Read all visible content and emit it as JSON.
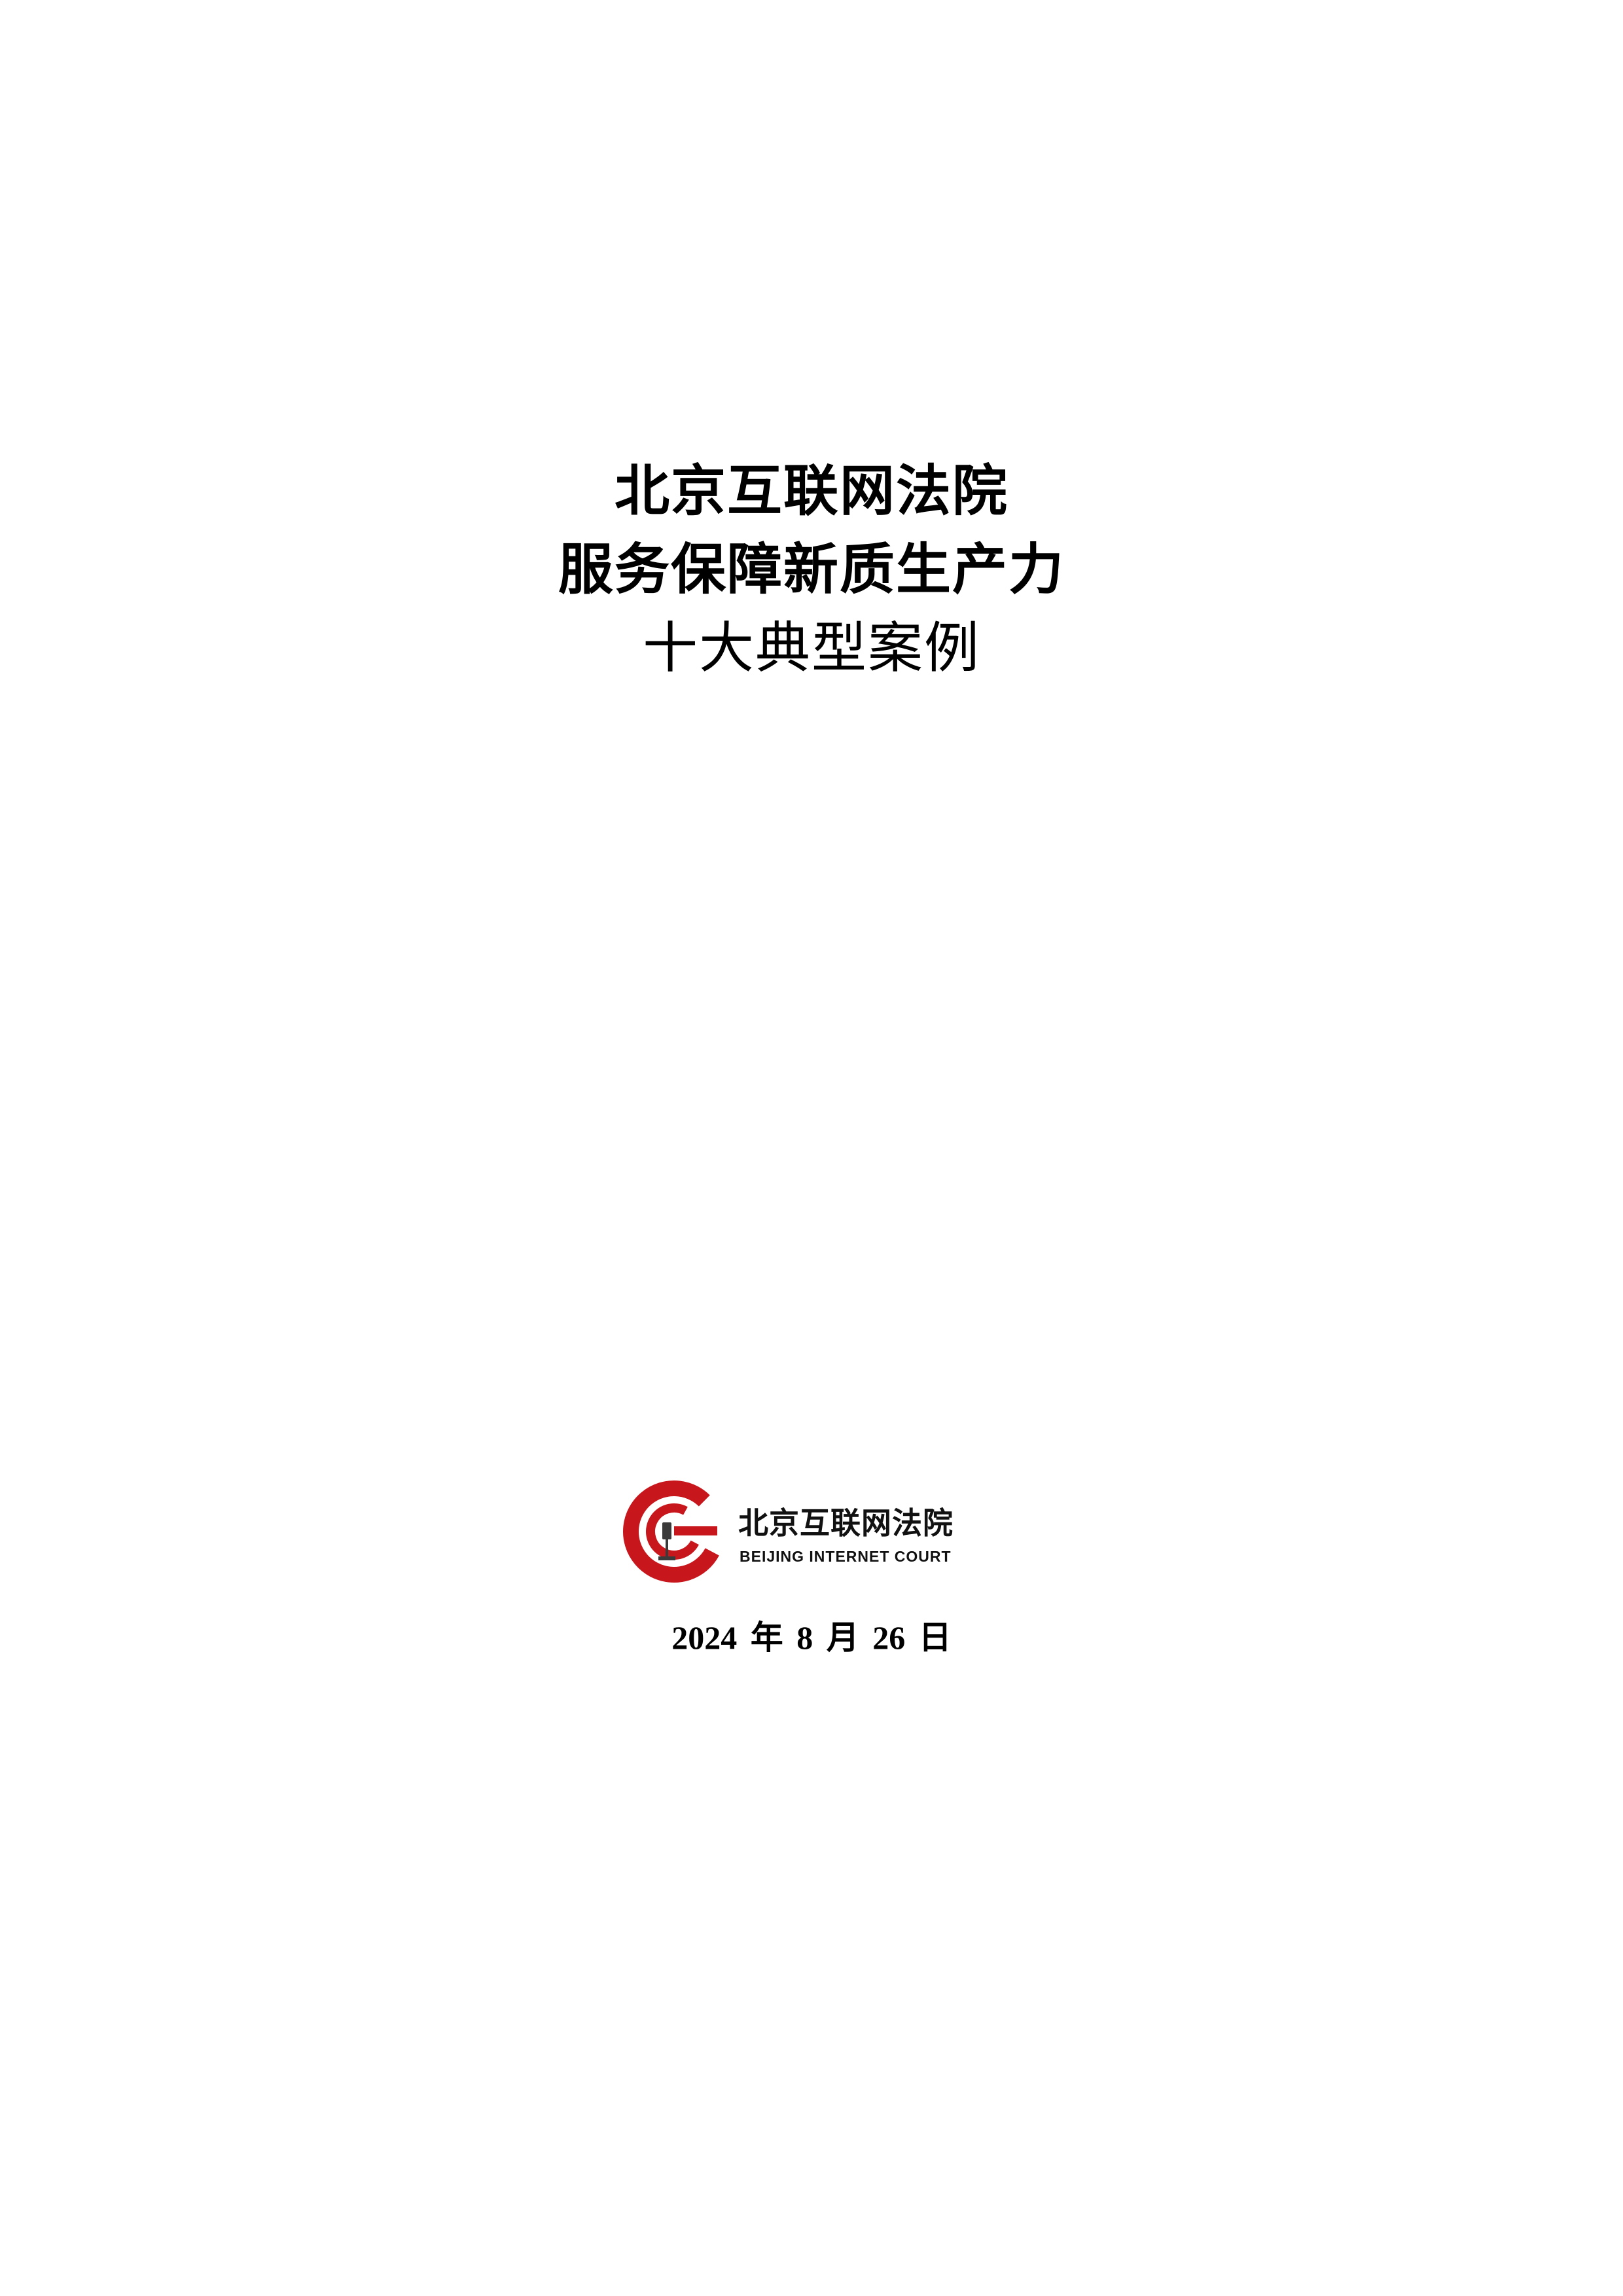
{
  "document": {
    "title_lines": [
      "北京互联网法院",
      "服务保障新质生产力",
      "十大典型案例"
    ],
    "date": "2024 年 8 月 26 日"
  },
  "logo": {
    "name_cn": "北京互联网法院",
    "name_en": "BEIJING INTERNET COURT",
    "icon": "court-emblem-icon",
    "accent_color": "#C8161D"
  }
}
